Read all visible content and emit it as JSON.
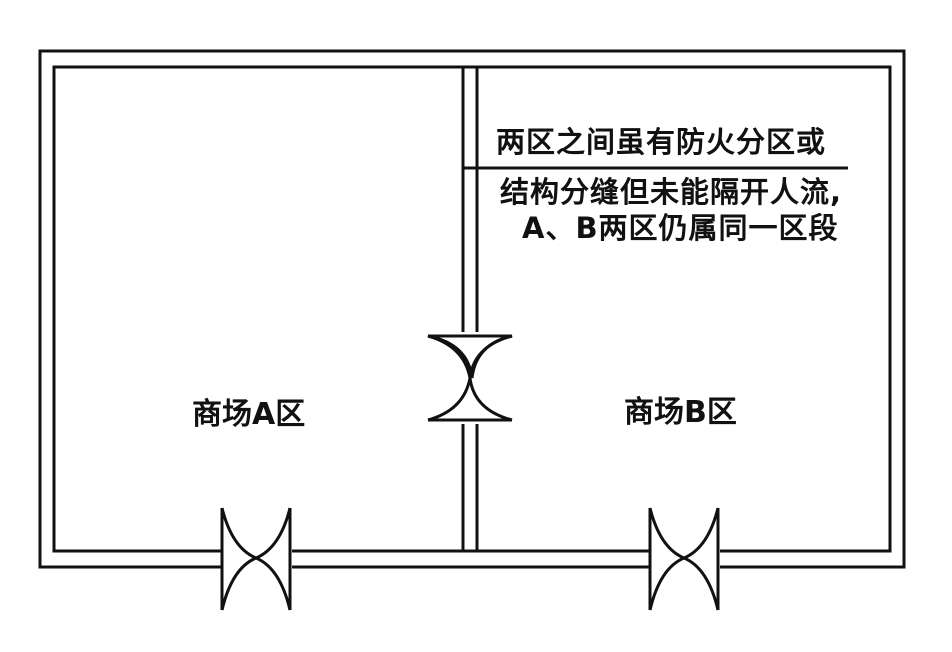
{
  "zones": {
    "a": {
      "label": "商场A区"
    },
    "b": {
      "label": "商场B区"
    }
  },
  "note": {
    "line1": "两区之间虽有防火分区或",
    "line2": "结构分缝但未能隔开人流,",
    "line3": "A、B两区仍属同一区段"
  },
  "colors": {
    "line": "#111111",
    "background": "#ffffff"
  }
}
